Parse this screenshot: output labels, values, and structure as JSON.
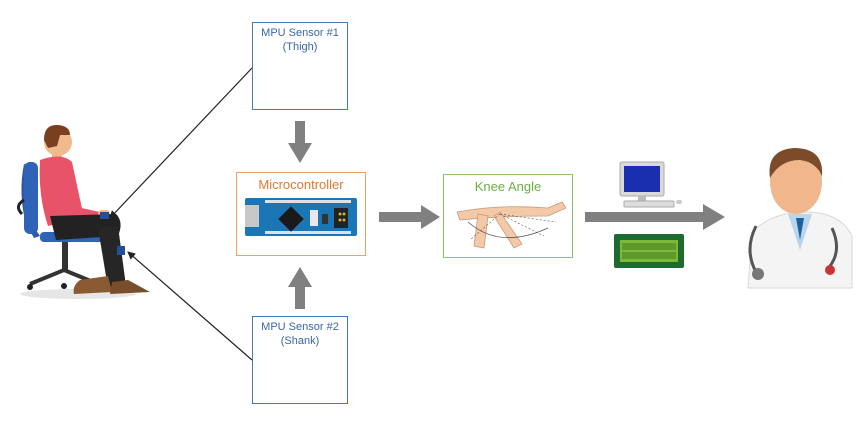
{
  "sensor_thigh": {
    "line1": "MPU Sensor #1",
    "line2": "(Thigh)"
  },
  "sensor_shank": {
    "line1": "MPU Sensor #2",
    "line2": "(Shank)"
  },
  "microcontroller": {
    "label": "Microcontroller"
  },
  "knee_angle": {
    "label": "Knee Angle"
  },
  "colors": {
    "sensor_border": "#4a78b5",
    "sensor_text": "#3a66a8",
    "mcu_border": "#f0a061",
    "mcu_text": "#e07a2e",
    "knee_border": "#8cc26a",
    "knee_text": "#6cae45",
    "arrow": "#808080"
  }
}
